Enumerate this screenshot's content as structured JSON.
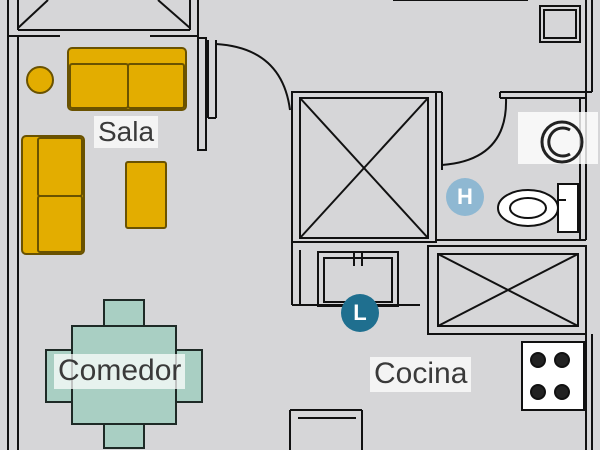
{
  "labels": {
    "living": "Sala",
    "dining": "Comedor",
    "kitchen": "Cocina"
  },
  "markers": {
    "h": "H",
    "l": "L",
    "c": "C"
  },
  "colors": {
    "background": "#d6d6d8",
    "wall": "#111111",
    "sofa": "#e3ad00",
    "sofa_outline": "#6a5200",
    "table": "#a9cfc3",
    "table_outline": "#1e2a26",
    "marker_h": "#8fb8d2",
    "marker_l": "#1f6f8f",
    "fixture": "#ffffff"
  },
  "icons": {
    "c_marker": "laundry-c-icon",
    "toilet": "toilet-icon",
    "stove": "stove-icon",
    "sink": "sink-icon"
  }
}
